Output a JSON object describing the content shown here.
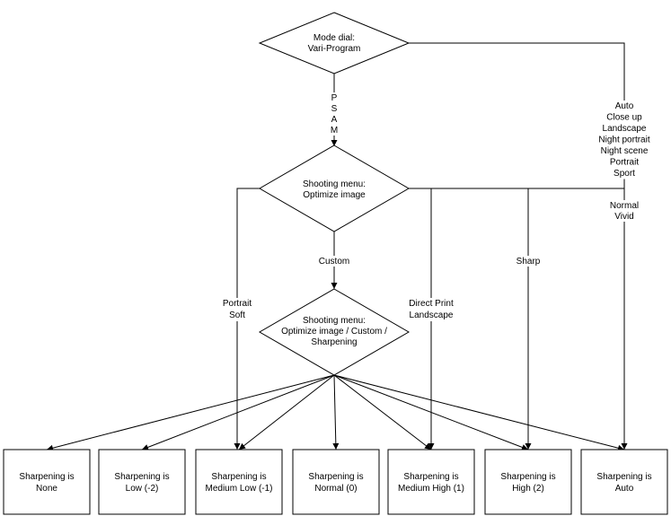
{
  "decisions": {
    "mode_dial": [
      "Mode dial:",
      "Vari-Program"
    ],
    "optimize_menu": [
      "Shooting menu:",
      "Optimize image"
    ],
    "sharpening_menu": [
      "Shooting menu:",
      "Optimize image / Custom /",
      "Sharpening"
    ]
  },
  "edge_labels": {
    "psam": [
      "P",
      "S",
      "A",
      "M"
    ],
    "vari_programs": [
      "Auto",
      "Close up",
      "Landscape",
      "Night portrait",
      "Night scene",
      "Portrait",
      "Sport"
    ],
    "normal_vivid": [
      "Normal",
      "Vivid"
    ],
    "custom": [
      "Custom"
    ],
    "portrait_soft": [
      "Portrait",
      "Soft"
    ],
    "direct_print": [
      "Direct Print",
      "Landscape"
    ],
    "sharp": [
      "Sharp"
    ]
  },
  "outcomes": [
    [
      "Sharpening is",
      "None"
    ],
    [
      "Sharpening is",
      "Low (-2)"
    ],
    [
      "Sharpening is",
      "Medium Low (-1)"
    ],
    [
      "Sharpening is",
      "Normal (0)"
    ],
    [
      "Sharpening is",
      "Medium High (1)"
    ],
    [
      "Sharpening is",
      "High (2)"
    ],
    [
      "Sharpening is",
      "Auto"
    ]
  ]
}
